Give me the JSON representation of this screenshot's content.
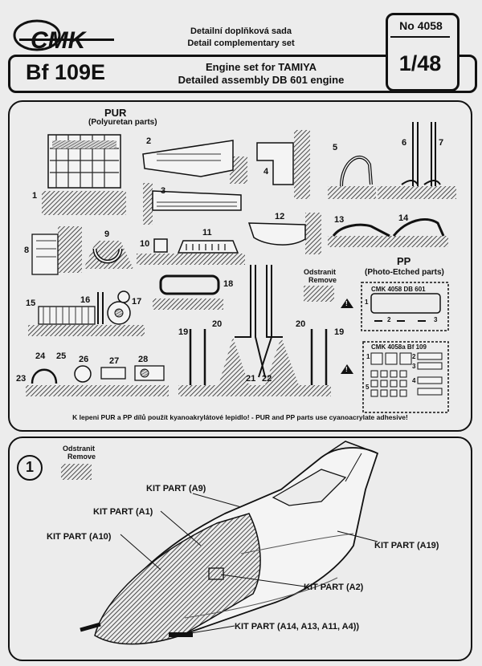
{
  "header": {
    "logo_text": "CMK",
    "subtitle_cz": "Detailní doplňková sada",
    "subtitle_en": "Detail complementary set",
    "product_no": "No 4058",
    "model_name": "Bf 109E",
    "engine_line1": "Engine set for TAMIYA",
    "engine_line2": "Detailed assembly DB 601 engine",
    "scale": "1/48"
  },
  "parts_panel": {
    "pur_title": "PUR",
    "pur_subtitle": "(Polyuretan parts)",
    "pp_title": "PP",
    "pp_subtitle": "(Photo-Etched parts)",
    "remove_cz": "Odstranit",
    "remove_en": "Remove",
    "pe_sheet1_label": "CMK  4058  DB 601",
    "pe_sheet2_label": "CMK  4058a  Bf 109",
    "numbers": [
      "1",
      "2",
      "3",
      "4",
      "5",
      "6",
      "7",
      "8",
      "9",
      "10",
      "11",
      "12",
      "13",
      "14",
      "15",
      "16",
      "17",
      "18",
      "19",
      "19",
      "20",
      "20",
      "21",
      "22",
      "23",
      "24",
      "25",
      "26",
      "27",
      "28"
    ],
    "pe_numbers": [
      "1",
      "2",
      "3",
      "1",
      "2",
      "3",
      "4",
      "5"
    ],
    "warning_symbol": "!",
    "adhesive_note": "K lepeni PUR a PP dílů použít kyanoakrylátové lepidlo! - PUR and PP parts use cyanoacrylate adhesive!"
  },
  "assembly_panel": {
    "step": "1",
    "remove_cz": "Odstranit",
    "remove_en": "Remove",
    "kit_labels": {
      "a9": "KIT PART (A9)",
      "a1": "KIT PART (A1)",
      "a10": "KIT PART (A10)",
      "a19": "KIT PART (A19)",
      "a2": "KIT PART (A2)",
      "a14": "KIT PART (A14, A13, A11, A4))"
    }
  }
}
